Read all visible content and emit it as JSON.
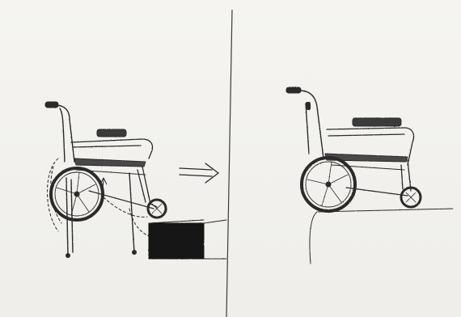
{
  "illustration": {
    "panels": [
      {
        "id": "left",
        "subject": "wheelchair-tilted-back-front-caster-up-onto-step"
      },
      {
        "id": "right",
        "subject": "wheelchair-on-raised-level"
      }
    ],
    "transition_icon": "arrow-right-icon"
  },
  "colors": {
    "paper": "#f3f2ef",
    "pencil": "#2a2a2a",
    "step_block": "#121212",
    "seat": "#3a3a3a"
  }
}
